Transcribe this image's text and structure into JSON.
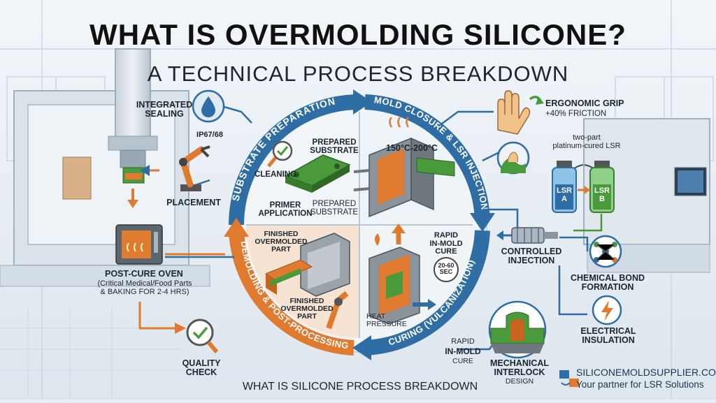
{
  "title": "WHAT IS OVERMOLDING SILICONE?",
  "subtitle": "A TECHNICAL PROCESS BREAKDOWN",
  "footer": "WHAT IS SILICONE PROCESS BREAKDOWN",
  "cycle": {
    "substrate_preparation": "SUBSTRATE PREPARATION",
    "mold_closure": "MOLD CLOSURE & LSR INJECTION",
    "curing": "CURING (VULCANIZATION)",
    "demolding": "DEMOLDING & POST-PROCESSING"
  },
  "quadrant_prep": {
    "prepared_substrate_1": "PREPARED\nSUBSTRATE",
    "cleaning": "CLEANING",
    "primer_application": "PRIMER\nAPPLICATION",
    "prepared_substrate_2": "PREPARED\nSUBSTRATE"
  },
  "quadrant_mold": {
    "temperature": "150°C-200°C"
  },
  "quadrant_cure": {
    "rapid_cure": "RAPID\nIN-MOLD\nCURE",
    "time_badge": "20-60\nSEC",
    "heat_pressure": "HEAT\nPRESSURE"
  },
  "quadrant_demold": {
    "finished_part_1": "FINISHED\nOVERMOLDED\nPART",
    "finished_part_2": "FINISHED\nOVERMOLDED\nPART"
  },
  "left": {
    "integrated_sealing": "INTEGRATED\nSEALING",
    "ip_rating": "IP67/68",
    "placement": "PLACEMENT",
    "post_cure_title": "POST-CURE OVEN",
    "post_cure_desc": "(Critical Medical/Food Parts\n& BAKING FOR 2-4 HRS)",
    "quality_check": "QUALITY\nCHECK"
  },
  "right": {
    "ergonomic_grip": "ERGONOMIC GRIP",
    "friction": "+40% FRICTION",
    "two_part": "two-part\nplatinum-cured LSR",
    "lsr_a": "LSR\nA",
    "lsr_b": "LSR\nB",
    "controlled_injection": "CONTROLLED\nINJECTION",
    "chemical_bond": "CHEMICAL BOND\nFORMATION",
    "electrical_insulation": "ELECTRICAL\nINSULATION",
    "rapid_cure_bottom": "RAPID",
    "in_mold": "IN-MOLD",
    "cure_word": "CURE",
    "mechanical_interlock": "MECHANICAL\nINTERLOCK",
    "design_word": "DESIGN"
  },
  "brand": {
    "url": "SILICONEMOLDSUPPLIER.COM",
    "tagline": "Your partner for LSR Solutions"
  },
  "colors": {
    "blue": "#2f6ea5",
    "orange": "#e07a2f",
    "green": "#4a9a3c",
    "cycle_bg_top": "#eef3f8",
    "cycle_bg_bottom": "#f7e7da"
  }
}
